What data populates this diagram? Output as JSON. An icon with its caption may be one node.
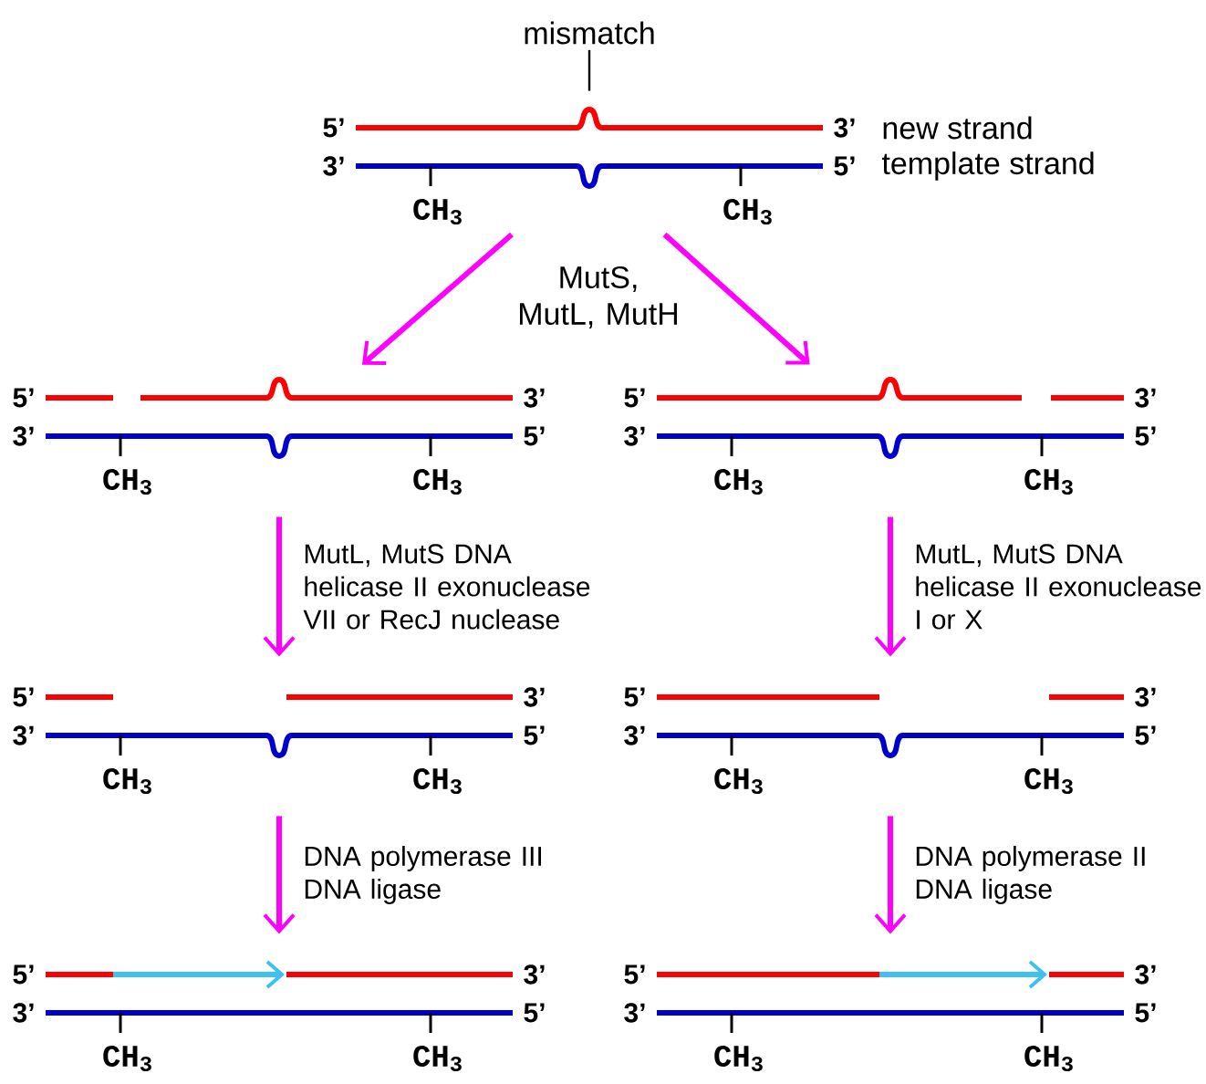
{
  "diagram": {
    "nodes": [
      {
        "text": [
          "mismatch"
        ]
      },
      {
        "text": [
          "5’",
          "3’",
          "3’",
          "5’",
          "CH$_{3}$",
          "CH$_{3}$"
        ],
        "beside": [
          "new strand",
          "template strand"
        ]
      },
      {
        "text": [
          "5’",
          "3’",
          "3’",
          "5’",
          "CH$_{3}$",
          "CH$_{3}$"
        ]
      },
      {
        "text": [
          "5’",
          "3’",
          "3’",
          "5’",
          "CH$_{3}$",
          "CH$_{3}$"
        ]
      },
      {
        "text": [
          "5’",
          "3’",
          "3’",
          "5’",
          "CH$_{3}$",
          "CH$_{3}$"
        ]
      },
      {
        "text": [
          "5’",
          "3’",
          "3’",
          "5’",
          "CH$_{3}$",
          "CH$_{3}$"
        ]
      },
      {
        "text": [
          "5’",
          "3’",
          "3’",
          "5’",
          "CH$_{3}$",
          "CH$_{3}$"
        ]
      },
      {
        "text": [
          "5’",
          "3’",
          "3’",
          "5’",
          "CH$_{3}$",
          "CH$_{3}$"
        ]
      }
    ],
    "edges": [
      {
        "from": 0,
        "to": 1,
        "arrow": "none",
        "color": "#000000"
      },
      {
        "from": 1,
        "to": 2,
        "arrow": "to"
      },
      {
        "from": 1,
        "to": 3,
        "arrow": "to"
      },
      {
        "from": 2,
        "to": 4,
        "arrow": "to",
        "label": "MutL, MutS DNA helicase II exonuclease VII or RecJ nuclease"
      },
      {
        "from": 3,
        "to": 5,
        "arrow": "to",
        "label": "MutL, MutS DNA helicase II exonuclease I or X"
      },
      {
        "from": 4,
        "to": 6,
        "arrow": "to",
        "label": "DNA polymerase III DNA ligase"
      },
      {
        "from": 5,
        "to": 7,
        "arrow": "to",
        "label": "DNA polymerase II DNA ligase"
      }
    ],
    "labels": [
      "MutS, MutL, MutH"
    ]
  }
}
